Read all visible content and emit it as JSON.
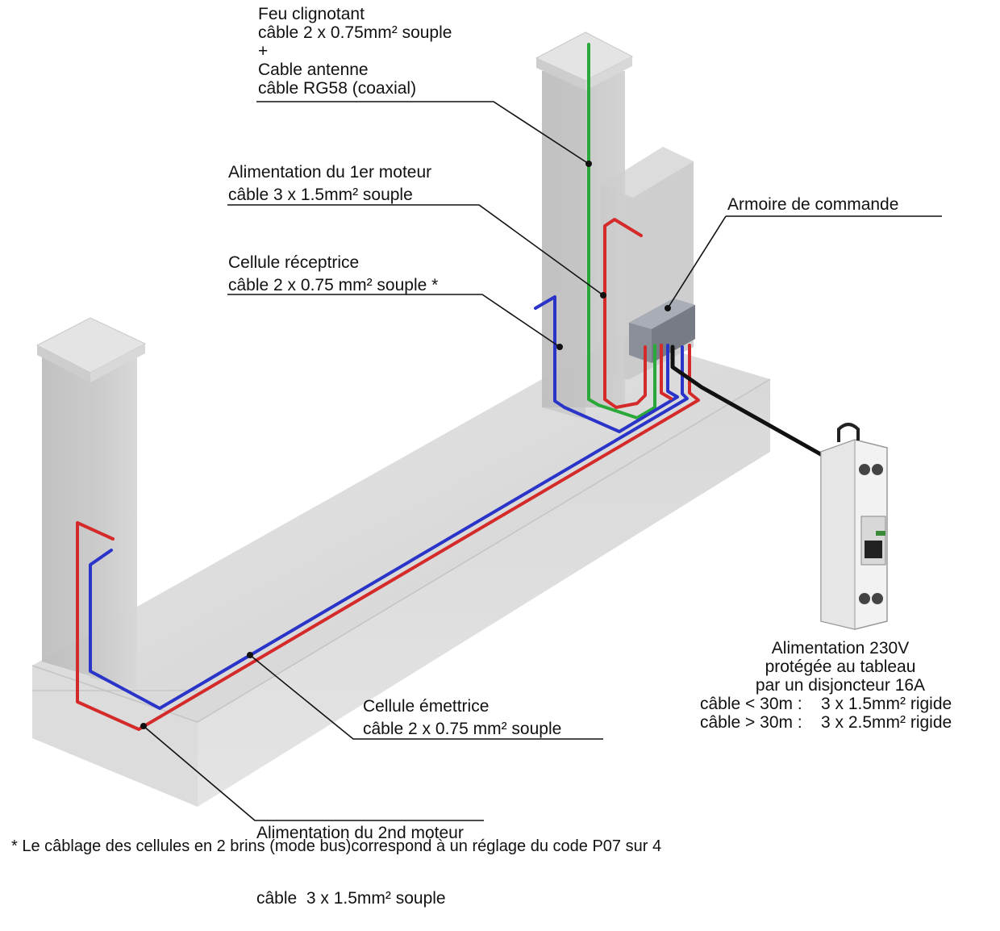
{
  "labels": {
    "feu": [
      "Feu clignotant",
      "câble 2 x 0.75mm² souple",
      "+",
      "Cable antenne",
      "câble RG58 (coaxial)"
    ],
    "moteur1": [
      "Alimentation du 1er moteur",
      "câble 3 x 1.5mm² souple"
    ],
    "armoire": "Armoire de commande",
    "cellule_rec": [
      "Cellule réceptrice",
      "câble 2 x 0.75 mm² souple *"
    ],
    "cellule_em": [
      "Cellule émettrice",
      "câble 2 x 0.75 mm² souple"
    ],
    "moteur2": [
      "Alimentation du 2nd moteur",
      "câble  3 x 1.5mm² souple"
    ],
    "alim": [
      "Alimentation 230V",
      "protégée au tableau",
      "par un disjoncteur 16A",
      "câble < 30m :    3 x 1.5mm² rigide",
      "câble > 30m :    3 x 2.5mm² rigide"
    ]
  },
  "footnote": "* Le câblage des cellules en 2 brins (mode bus)correspond à un réglage du code P07 sur 4",
  "colors": {
    "red_cable": "#d42a2a",
    "blue_cable": "#2a34c8",
    "green_cable": "#2aa83a",
    "black_cable": "#111111",
    "concrete": "#d6d6d6"
  }
}
